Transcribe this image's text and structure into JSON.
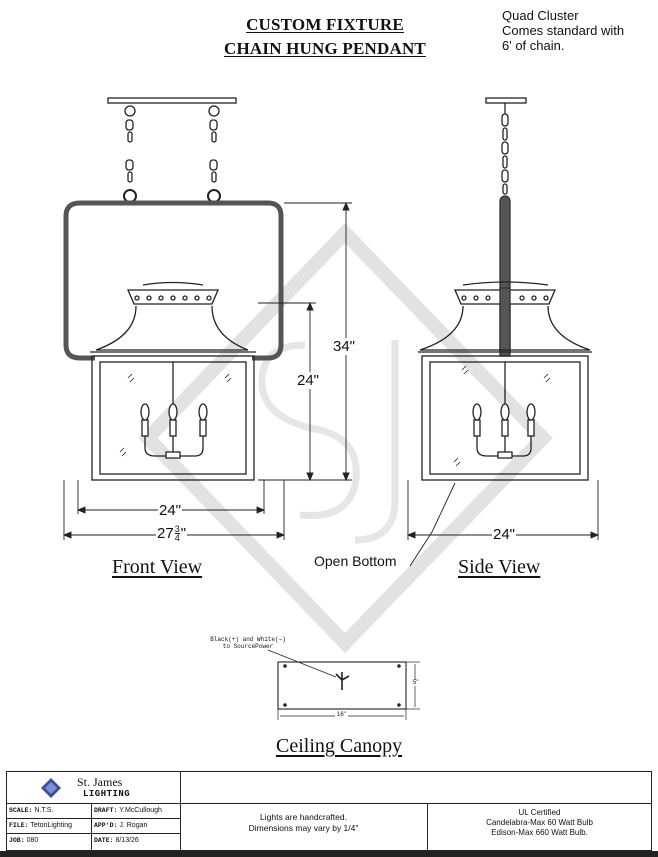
{
  "title": {
    "line1": "CUSTOM FIXTURE",
    "line2": "CHAIN HUNG PENDANT"
  },
  "top_note": {
    "line1": "Quad Cluster",
    "line2": "Comes standard with",
    "line3": "6' of chain."
  },
  "dimensions": {
    "overall_height": "34\"",
    "body_height": "24\"",
    "front_body_width": "24\"",
    "front_overall_width_whole": "27",
    "front_overall_width_num": "3",
    "front_overall_width_den": "4",
    "front_overall_width_unit": "\"",
    "side_width": "24\"",
    "canopy_height": "5\"",
    "canopy_width": "16\""
  },
  "labels": {
    "front_view": "Front View",
    "side_view": "Side View",
    "open_bottom": "Open Bottom",
    "ceiling_canopy": "Ceiling Canopy",
    "wiring_note_1": "Black(+) and White(–)",
    "wiring_note_2": "to SourcePower"
  },
  "title_block": {
    "company_line1": "St. James",
    "company_line2": "LIGHTING",
    "scale_key": "SCALE:",
    "scale_val": "N.T.S.",
    "draft_key": "DRAFT:",
    "draft_val": "Y.McCullough",
    "file_key": "FILE:",
    "file_val": "TetonLighting",
    "appd_key": "APP'D:",
    "appd_val": "J. Rogan",
    "job_key": "JOB:",
    "job_val": "080",
    "date_key": "DATE:",
    "date_val": "8/13/26",
    "note_line1": "Lights are handcrafted.",
    "note_line2": "Dimensions may vary by 1/4\"",
    "ul_line1": "UL Certified",
    "ul_line2": "Candelabra-Max 60 Watt Bulb",
    "ul_line3": "Edison-Max 660 Watt Bulb."
  },
  "watermark": {
    "letters": "SJ"
  },
  "colors": {
    "ink": "#222222",
    "strap": "#6b6b6b",
    "watermark": "#e4e4e4"
  }
}
